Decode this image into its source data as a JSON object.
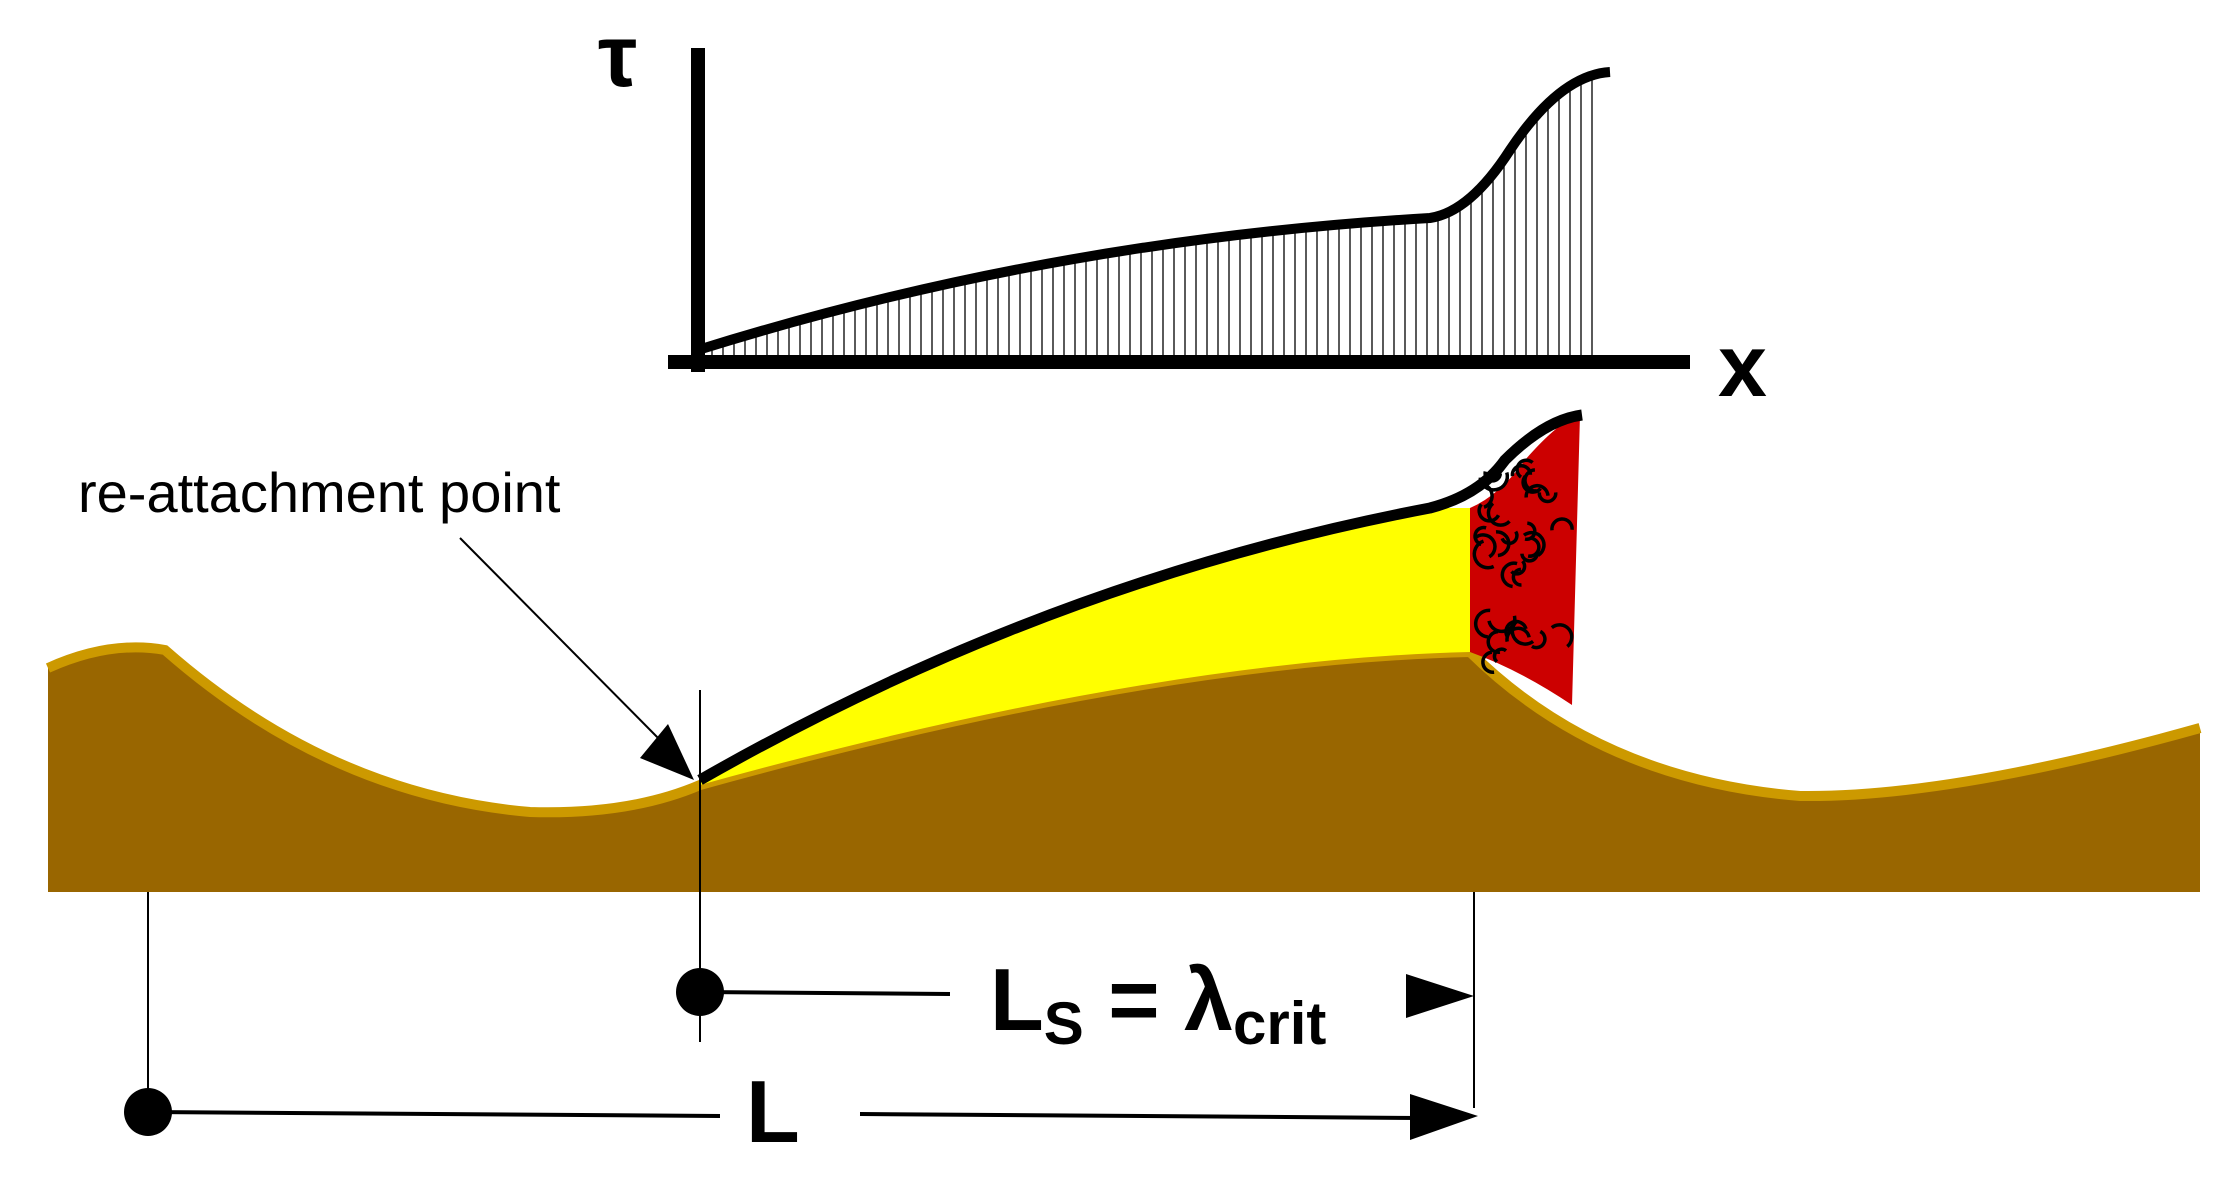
{
  "labels": {
    "tau_axis": "τ",
    "x_axis": "x",
    "reattachment": "re-attachment point",
    "ls_main": "L",
    "ls_sub": "S",
    "ls_eq": " = λ",
    "ls_crit": "crit",
    "l_label": "L"
  },
  "colors": {
    "ground_fill": "#996600",
    "ground_edge": "#CC9900",
    "wake_fill": "#FFFF00",
    "turbulence_fill": "#CC0000",
    "ink": "#000000"
  }
}
